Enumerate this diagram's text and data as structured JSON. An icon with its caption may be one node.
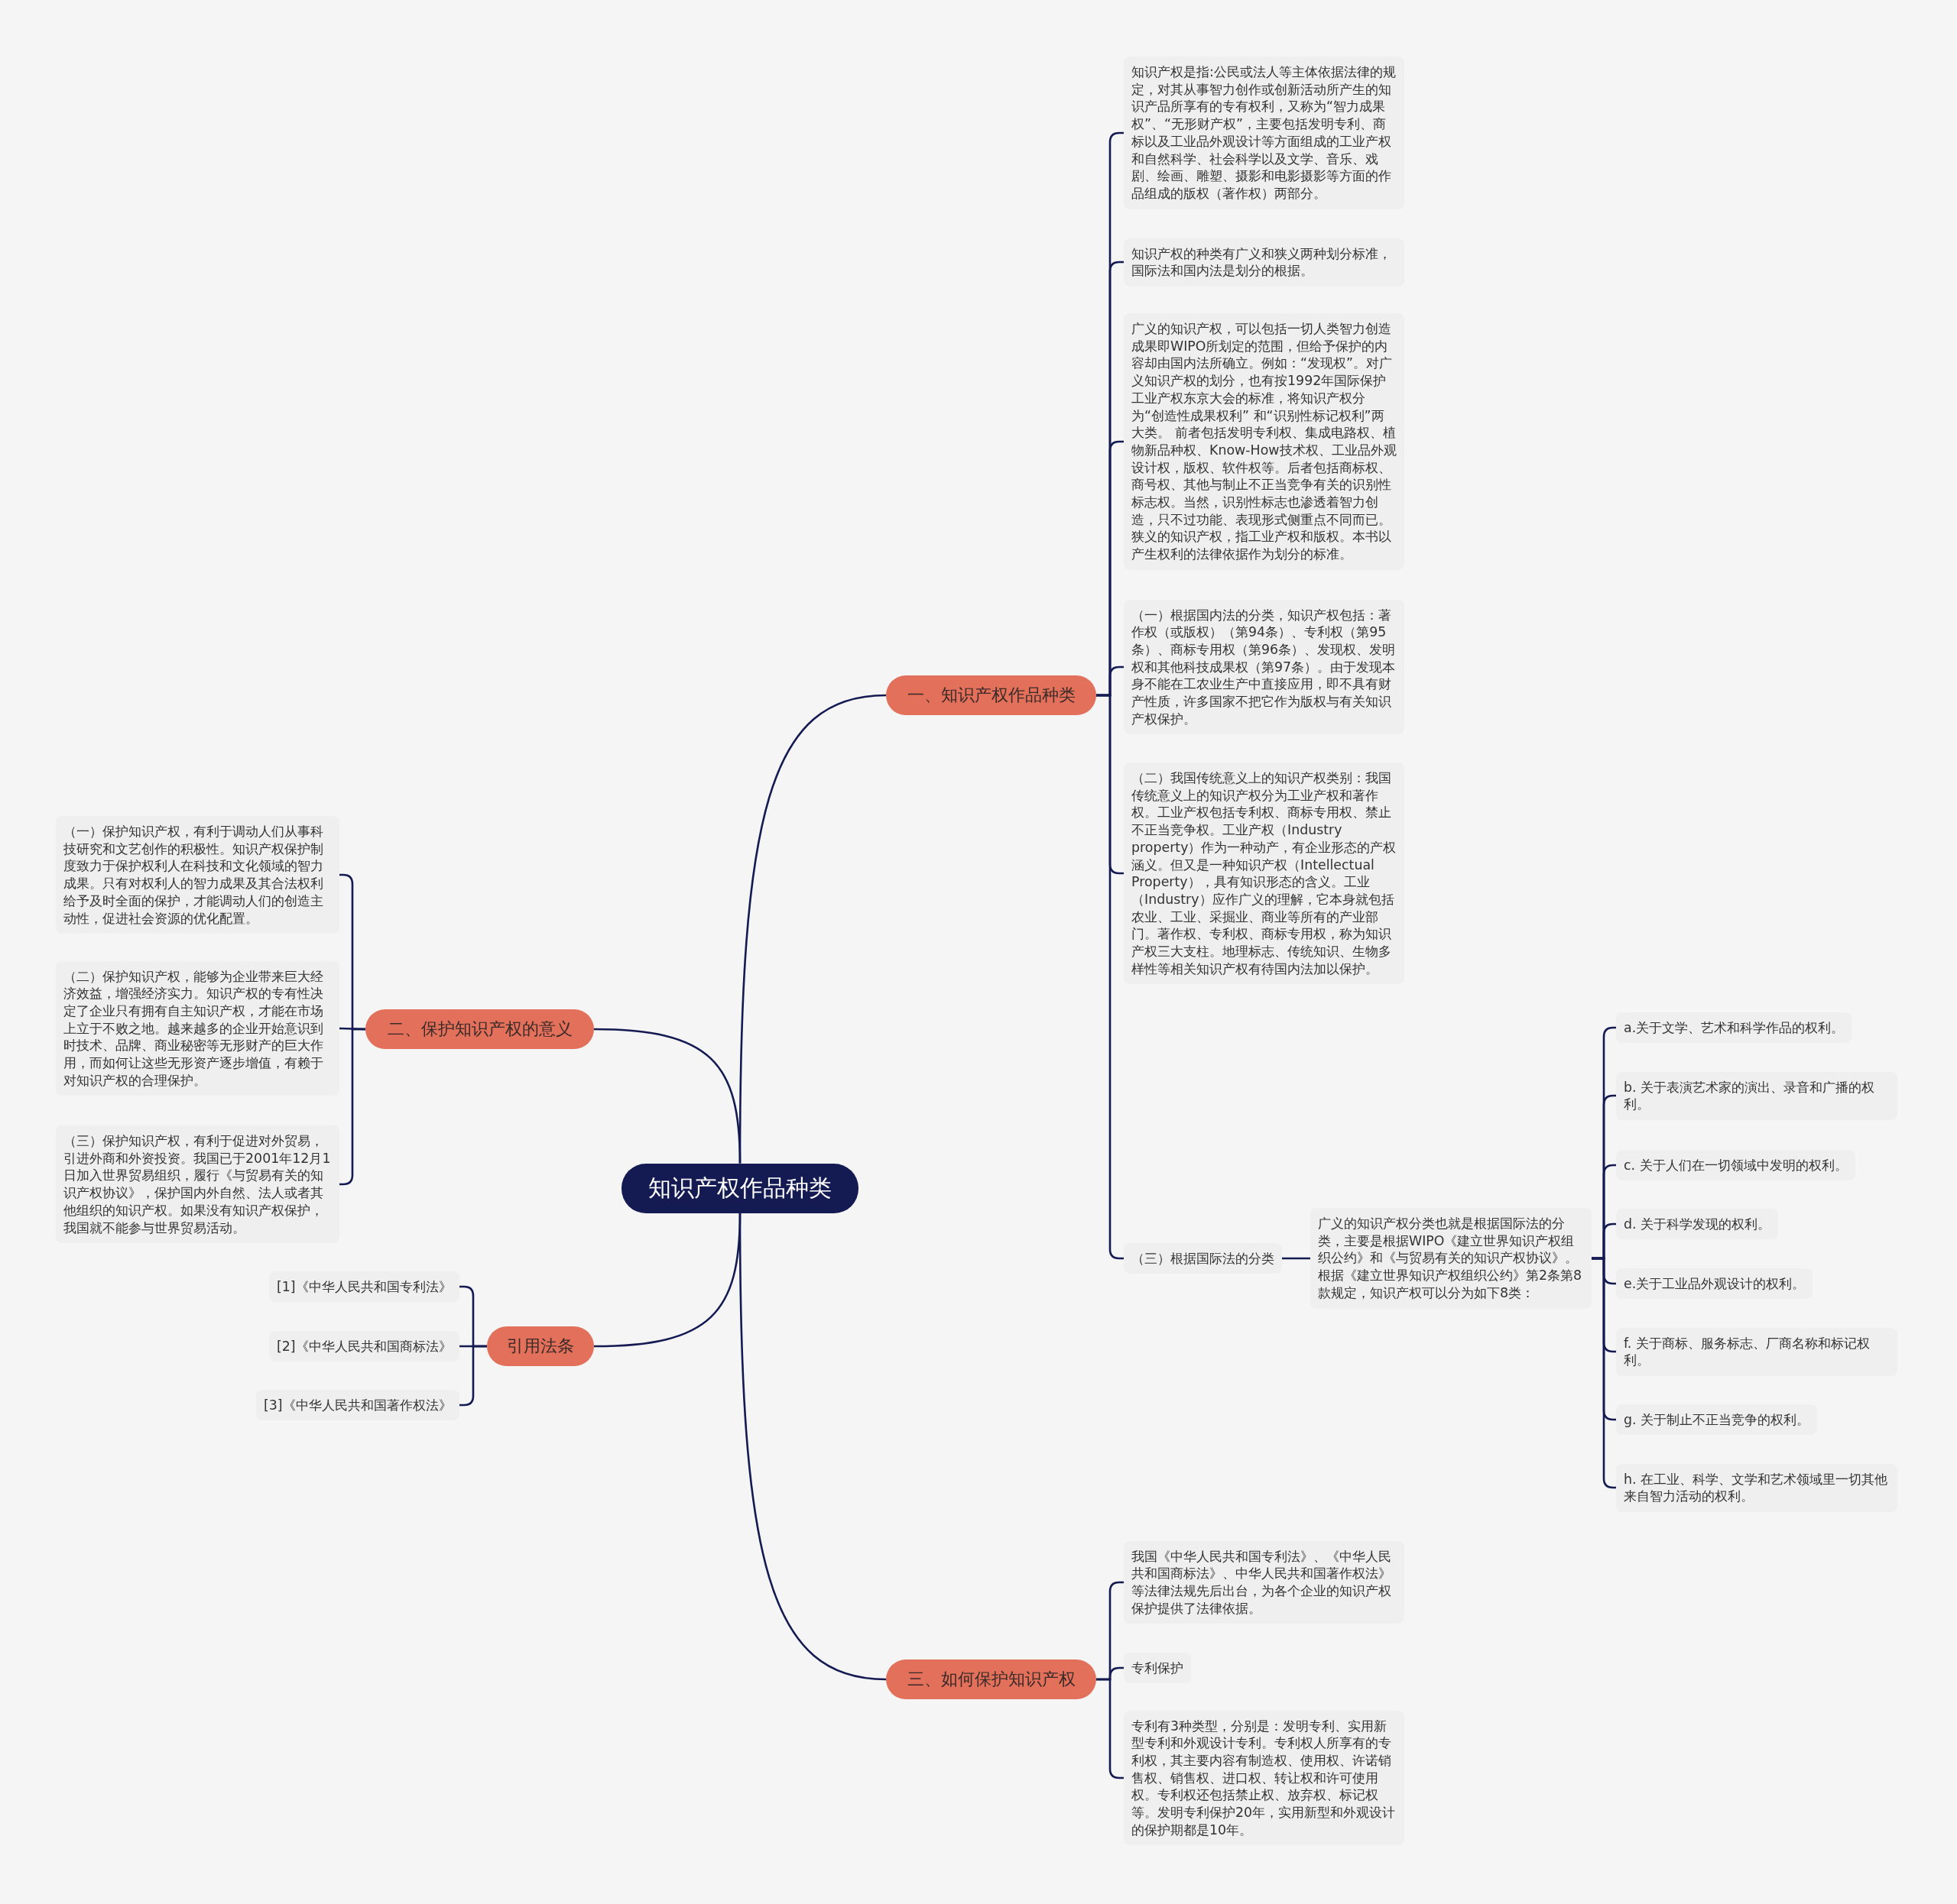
{
  "diagram": {
    "nodes": [
      {
        "text": [
          "知识产权作品种类"
        ]
      },
      {
        "text": [
          "一、知识产权作品种类"
        ]
      },
      {
        "text": [
          "知识产权是指:公民或法人等主体依据法律的规定，对其从事智力创作或创新活动所产生的知识产品所享有的专有权利，又称为“智力成果权”、“无形财产权”，主要包括发明专利、商标以及工业品外观设计等方面组成的工业产权和自然科学、社会科学以及文学、音乐、戏剧、绘画、雕塑、摄影和电影摄影等方面的作品组成的版权（著作权）两部分。"
        ]
      },
      {
        "text": [
          "知识产权的种类有广义和狭义两种划分标准，国际法和国内法是划分的根据。"
        ]
      },
      {
        "text": [
          "广义的知识产权，可以包括一切人类智力创造成果即WIPO所划定的范围，但给予保护的内容却由国内法所确立。例如：“发现权”。对广义知识产权的划分，也有按1992年国际保护工业产权东京大会的标准，将知识产权分为“创造性成果权利” 和“识别性标记权利”两大类。 前者包括发明专利权、集成电路权、植物新品种权、Know-How技术权、工业品外观设计权，版权、软件权等。后者包括商标权、商号权、其他与制止不正当竞争有关的识别性标志权。当然，识别性标志也渗透着智力创造，只不过功能、表现形式侧重点不同而已。狭义的知识产权，指工业产权和版权。本书以产生权利的法律依据作为划分的标准。"
        ]
      },
      {
        "text": [
          "（一）根据国内法的分类，知识产权包括：著作权（或版权）（第94条）、专利权（第95条）、商标专用权（第96条）、发现权、发明权和其他科技成果权（第97条）。由于发现本身不能在工农业生产中直接应用，即不具有财产性质，许多国家不把它作为版权与有关知识产权保护。"
        ]
      },
      {
        "text": [
          "（二）我国传统意义上的知识产权类别：我国传统意义上的知识产权分为工业产权和著作权。工业产权包括专利权、商标专用权、禁止不正当竞争权。工业产权（Industry property）作为一种动产，有企业形态的产权涵义。但又是一种知识产权（Intellectual Property），具有知识形态的含义。工业（Industry）应作广义的理解，它本身就包括农业、工业、采掘业、商业等所有的产业部门。著作权、专利权、商标专用权，称为知识产权三大支柱。地理标志、传统知识、生物多样性等相关知识产权有待国内法加以保护。"
        ]
      },
      {
        "text": [
          "（三）根据国际法的分类"
        ]
      },
      {
        "text": [
          "广义的知识产权分类也就是根据国际法的分类，主要是根据WIPO《建立世界知识产权组织公约》和《与贸易有关的知识产权协议》。根据《建立世界知识产权组织公约》第2条第8款规定，知识产权可以分为如下8类："
        ]
      },
      {
        "text": [
          "a.关于文学、艺术和科学作品的权利。"
        ]
      },
      {
        "text": [
          "b. 关于表演艺术家的演出、录音和广播的权利。"
        ]
      },
      {
        "text": [
          "c. 关于人们在一切领域中发明的权利。"
        ]
      },
      {
        "text": [
          "d. 关于科学发现的权利。"
        ]
      },
      {
        "text": [
          "e.关于工业品外观设计的权利。"
        ]
      },
      {
        "text": [
          "f. 关于商标、服务标志、厂商名称和标记权利。"
        ]
      },
      {
        "text": [
          "g. 关于制止不正当竞争的权利。"
        ]
      },
      {
        "text": [
          "h. 在工业、科学、文学和艺术领域里一切其他来自智力活动的权利。"
        ]
      },
      {
        "text": [
          "二、保护知识产权的意义"
        ]
      },
      {
        "text": [
          "（一）保护知识产权，有利于调动人们从事科技研究和文艺创作的积极性。知识产权保护制度致力于保护权利人在科技和文化领域的智力成果。只有对权利人的智力成果及其合法权利给予及时全面的保护，才能调动人们的创造主动性，促进社会资源的优化配置。"
        ]
      },
      {
        "text": [
          "（二）保护知识产权，能够为企业带来巨大经济效益，增强经济实力。知识产权的专有性决定了企业只有拥有自主知识产权，才能在市场上立于不败之地。越来越多的企业开始意识到时技术、品牌、商业秘密等无形财产的巨大作用，而如何让这些无形资产逐步增值，有赖于对知识产权的合理保护。"
        ]
      },
      {
        "text": [
          "（三）保护知识产权，有利于促进对外贸易，引进外商和外资投资。我国已于2001年12月1日加入世界贸易组织，履行《与贸易有关的知识产权协议》，保护国内外自然、法人或者其他组织的知识产权。如果没有知识产权保护，我国就不能参与世界贸易活动。"
        ]
      },
      {
        "text": [
          "引用法条"
        ]
      },
      {
        "text": [
          "[1]《中华人民共和国专利法》"
        ]
      },
      {
        "text": [
          "[2]《中华人民共和国商标法》"
        ]
      },
      {
        "text": [
          "[3]《中华人民共和国著作权法》"
        ]
      },
      {
        "text": [
          "三、如何保护知识产权"
        ]
      },
      {
        "text": [
          "我国《中华人民共和国专利法》、《中华人民共和国商标法》、中华人民共和国著作权法》等法律法规先后出台，为各个企业的知识产权保护提供了法律依据。"
        ]
      },
      {
        "text": [
          "专利保护"
        ]
      },
      {
        "text": [
          "专利有3种类型，分别是：发明专利、实用新型专利和外观设计专利。专利权人所享有的专利权，其主要内容有制造权、使用权、许诺销售权、销售权、进口权、转让权和许可使用权。专利权还包括禁止权、放弃权、标记权等。发明专利保护20年，实用新型和外观设计的保护期都是10年。"
        ]
      }
    ],
    "edges": [
      {
        "from": 0,
        "to": 1,
        "arrow": "none"
      },
      {
        "from": 1,
        "to": 2,
        "arrow": "none"
      },
      {
        "from": 1,
        "to": 3,
        "arrow": "none"
      },
      {
        "from": 1,
        "to": 4,
        "arrow": "none"
      },
      {
        "from": 1,
        "to": 5,
        "arrow": "none"
      },
      {
        "from": 1,
        "to": 6,
        "arrow": "none"
      },
      {
        "from": 1,
        "to": 7,
        "arrow": "none"
      },
      {
        "from": 7,
        "to": 8,
        "arrow": "none"
      },
      {
        "from": 8,
        "to": 9,
        "arrow": "none"
      },
      {
        "from": 8,
        "to": 10,
        "arrow": "none"
      },
      {
        "from": 8,
        "to": 11,
        "arrow": "none"
      },
      {
        "from": 8,
        "to": 12,
        "arrow": "none"
      },
      {
        "from": 8,
        "to": 13,
        "arrow": "none"
      },
      {
        "from": 8,
        "to": 14,
        "arrow": "none"
      },
      {
        "from": 8,
        "to": 15,
        "arrow": "none"
      },
      {
        "from": 8,
        "to": 16,
        "arrow": "none"
      },
      {
        "from": 0,
        "to": 17,
        "arrow": "none"
      },
      {
        "from": 17,
        "to": 18,
        "arrow": "none"
      },
      {
        "from": 17,
        "to": 19,
        "arrow": "none"
      },
      {
        "from": 17,
        "to": 20,
        "arrow": "none"
      },
      {
        "from": 0,
        "to": 21,
        "arrow": "none"
      },
      {
        "from": 21,
        "to": 22,
        "arrow": "none"
      },
      {
        "from": 21,
        "to": 23,
        "arrow": "none"
      },
      {
        "from": 21,
        "to": 24,
        "arrow": "none"
      },
      {
        "from": 0,
        "to": 25,
        "arrow": "none"
      },
      {
        "from": 25,
        "to": 26,
        "arrow": "none"
      },
      {
        "from": 25,
        "to": 27,
        "arrow": "none"
      },
      {
        "from": 25,
        "to": 28,
        "arrow": "none"
      }
    ]
  }
}
